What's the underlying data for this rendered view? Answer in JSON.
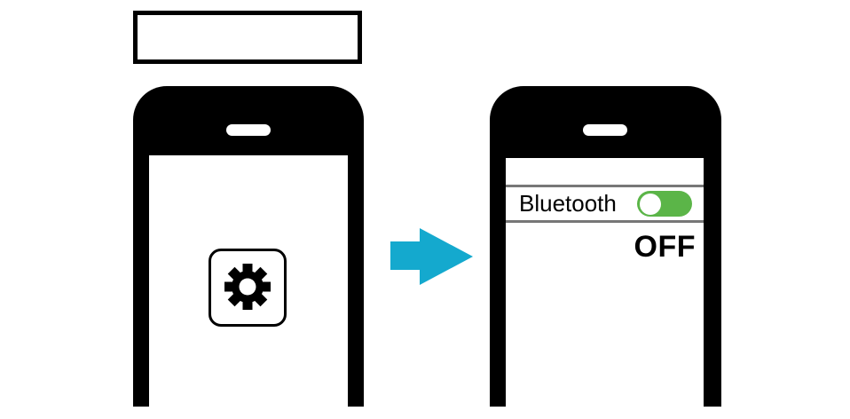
{
  "caption_box": {
    "text": ""
  },
  "left_phone": {
    "description": "phone showing settings app icon",
    "app_icon": "gear-icon"
  },
  "arrow": {
    "icon": "arrow-right-icon",
    "direction": "right",
    "color": "#14A9CE"
  },
  "right_phone": {
    "bluetooth_label": "Bluetooth",
    "toggle_state": "off",
    "state_text": "OFF"
  },
  "colors": {
    "arrow_cyan": "#14A9CE",
    "toggle_green": "#5BB548",
    "separator_gray": "#777777",
    "phone_black": "#000000"
  }
}
